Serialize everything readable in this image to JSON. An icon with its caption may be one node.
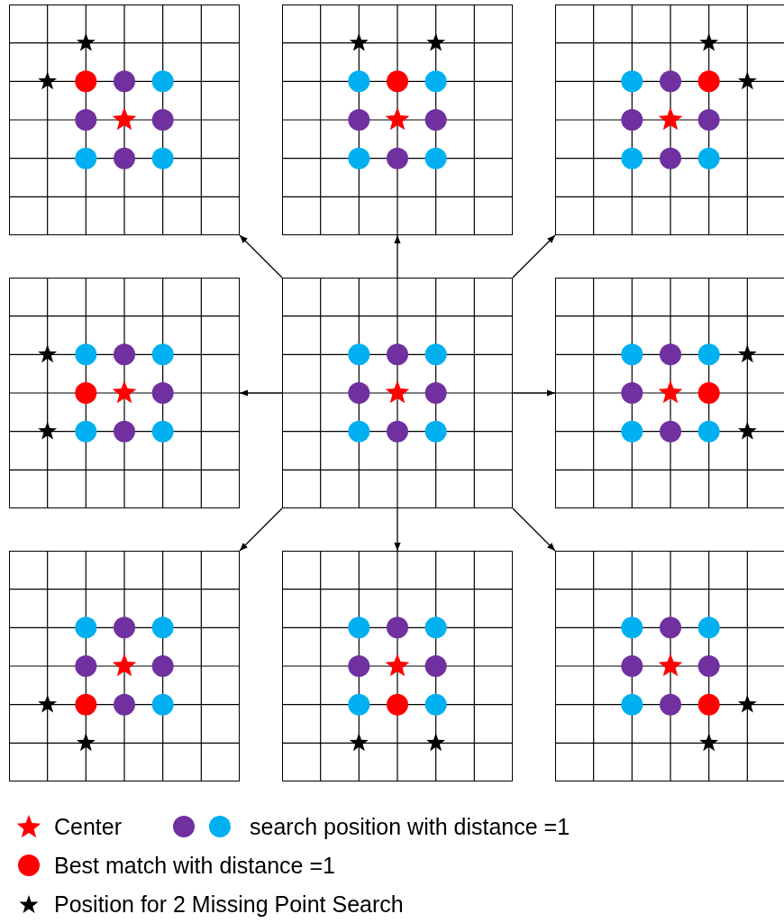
{
  "diagram": {
    "nodes": [
      {
        "text": [],
        "shape": "picture"
      },
      {
        "text": [],
        "shape": "picture"
      },
      {
        "text": [],
        "shape": "picture"
      },
      {
        "text": [],
        "shape": "picture"
      },
      {
        "text": [],
        "shape": "picture"
      },
      {
        "text": [],
        "shape": "picture"
      },
      {
        "text": [],
        "shape": "picture"
      },
      {
        "text": [],
        "shape": "picture"
      },
      {
        "text": [],
        "shape": "picture"
      }
    ],
    "edges": [
      {
        "from": 4,
        "to": 0,
        "arrow": "to"
      },
      {
        "from": 4,
        "to": 1,
        "arrow": "to"
      },
      {
        "from": 4,
        "to": 2,
        "arrow": "to"
      },
      {
        "from": 4,
        "to": 3,
        "arrow": "to"
      },
      {
        "from": 4,
        "to": 5,
        "arrow": "to"
      },
      {
        "from": 4,
        "to": 6,
        "arrow": "to"
      },
      {
        "from": 4,
        "to": 7,
        "arrow": "to"
      },
      {
        "from": 4,
        "to": 8,
        "arrow": "to"
      }
    ],
    "legend": [
      {
        "text": "Center"
      },
      {
        "text": "search position with distance =1"
      },
      {
        "text": "Best match with distance =1",
        "color": "#ff0000"
      },
      {
        "text": "Position for 2 Missing Point Search"
      }
    ]
  }
}
